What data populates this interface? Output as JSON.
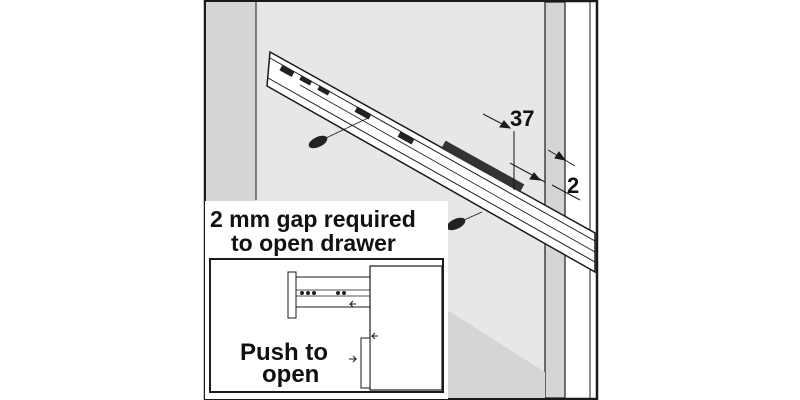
{
  "dimensions": {
    "depth": "37",
    "gap": "2"
  },
  "caption": {
    "line1": "2 mm gap required",
    "line2": "to open drawer"
  },
  "inset": {
    "line1": "Push to",
    "line2": "open"
  },
  "colors": {
    "panel_gray": "#d4d5d7",
    "back_panel": "#e6e7e8",
    "line": "#1a1a1a"
  }
}
